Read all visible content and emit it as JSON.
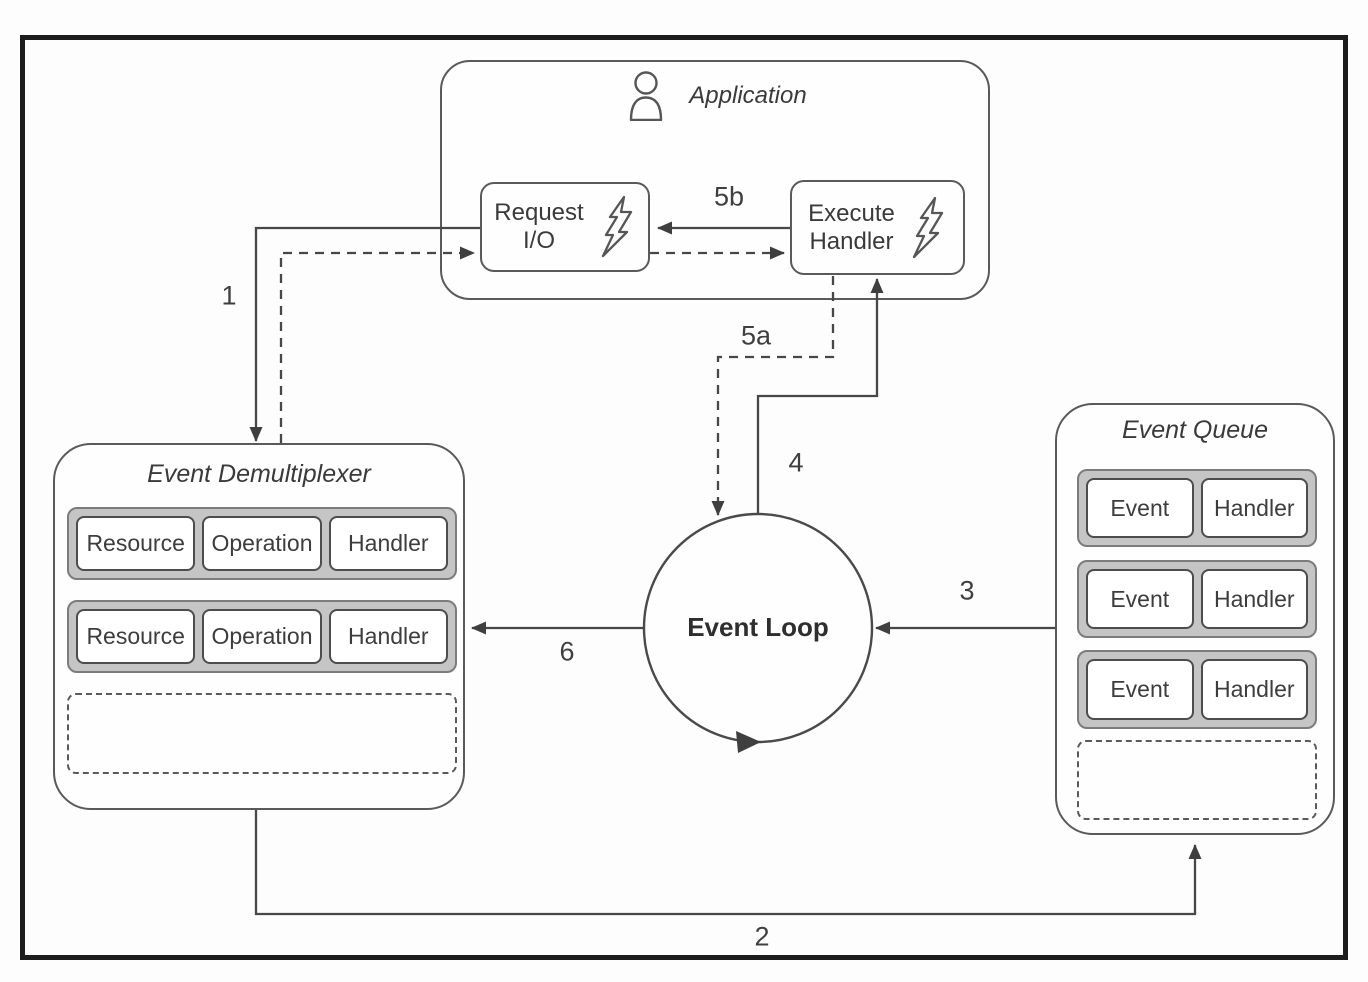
{
  "application": {
    "title": "Application",
    "request_io": {
      "line1": "Request",
      "line2": "I/O"
    },
    "execute_handler": {
      "line1": "Execute",
      "line2": "Handler"
    }
  },
  "event_demultiplexer": {
    "title": "Event Demultiplexer",
    "rows": [
      {
        "cells": [
          "Resource",
          "Operation",
          "Handler"
        ]
      },
      {
        "cells": [
          "Resource",
          "Operation",
          "Handler"
        ]
      }
    ]
  },
  "event_queue": {
    "title": "Event Queue",
    "rows": [
      {
        "cells": [
          "Event",
          "Handler"
        ]
      },
      {
        "cells": [
          "Event",
          "Handler"
        ]
      },
      {
        "cells": [
          "Event",
          "Handler"
        ]
      }
    ]
  },
  "event_loop": {
    "label": "Event Loop"
  },
  "steps": {
    "s1": "1",
    "s2": "2",
    "s3": "3",
    "s4": "4",
    "s5a": "5a",
    "s5b": "5b",
    "s6": "6"
  },
  "icons": {
    "person": "person-icon",
    "lightning": "lightning-bolt-icon"
  },
  "colors": {
    "frame": "#1d1d1d",
    "line": "#474747",
    "box_border": "#5a5a5a",
    "row_fill": "#c5c5c5",
    "text": "#3d3d3d"
  }
}
